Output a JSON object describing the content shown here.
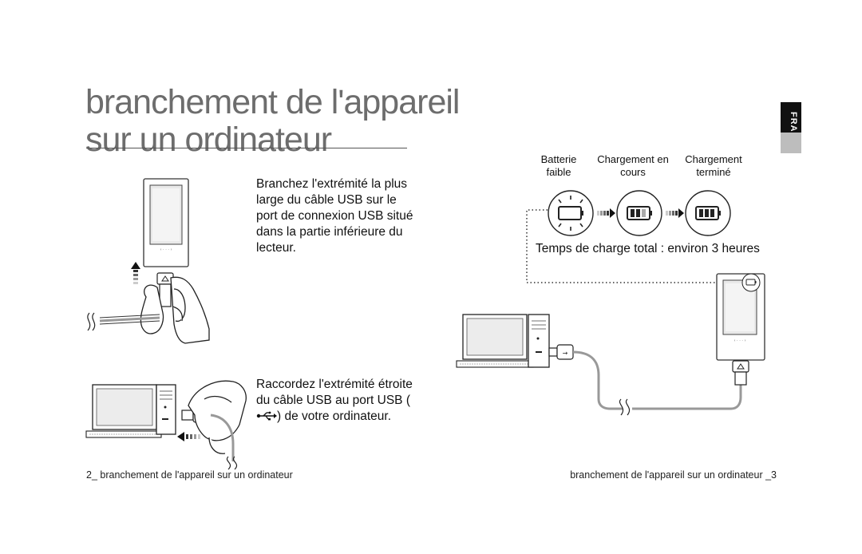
{
  "page": {
    "title_line1": "branchement de l'appareil",
    "title_line2": "sur un ordinateur",
    "language_tab": "FRA"
  },
  "step1": {
    "text": "Branchez l'extrémité la plus large du câble USB sur le port de connexion USB situé dans la partie inférieure du lecteur."
  },
  "step2": {
    "text_before_icon": "Raccordez l'extrémité étroite du câble USB au port USB (",
    "text_after_icon": ") de votre ordinateur."
  },
  "charging": {
    "label_low": "Batterie faible",
    "label_charging": "Chargement en cours",
    "label_done": "Chargement terminé",
    "total_time": "Temps de charge total : environ 3 heures"
  },
  "footer": {
    "left": "2_ branchement de l'appareil sur un ordinateur",
    "right": "branchement de l'appareil sur un ordinateur _3"
  },
  "colors": {
    "title_gray": "#6d6d6d",
    "tab_black": "#111111",
    "tab_gray": "#bdbdbd",
    "cable_gray": "#999999"
  }
}
